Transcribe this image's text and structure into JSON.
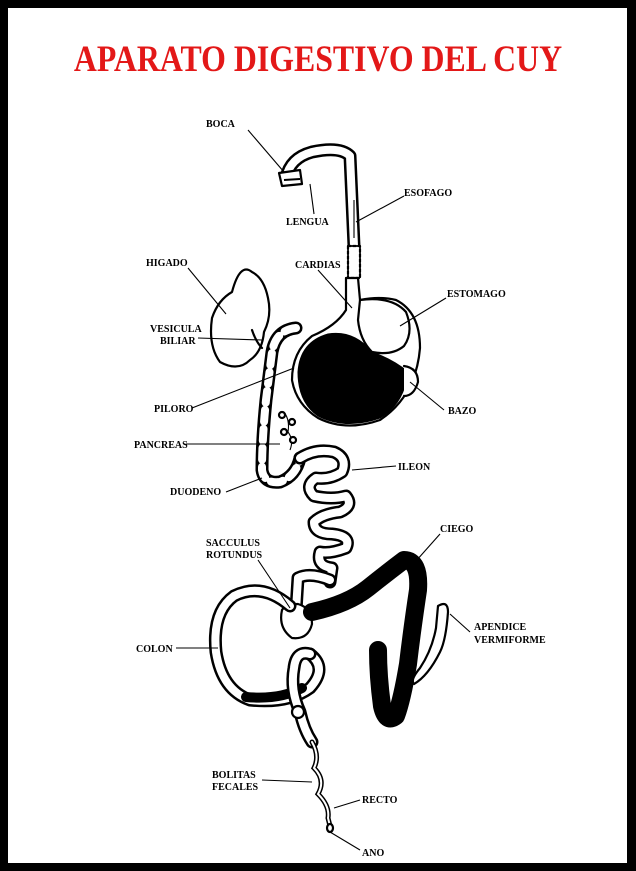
{
  "title": "APARATO DIGESTIVO DEL CUY",
  "colors": {
    "title": "#e31818",
    "ink": "#000000",
    "background": "#ffffff"
  },
  "labels": {
    "boca": "BOCA",
    "lengua": "LENGUA",
    "esofago": "ESOFAGO",
    "higado": "HIGADO",
    "cardias": "CARDIAS",
    "estomago": "ESTOMAGO",
    "vesicula_1": "VESICULA",
    "vesicula_2": "BILIAR",
    "piloro": "PILORO",
    "bazo": "BAZO",
    "pancreas": "PANCREAS",
    "ileon": "ILEON",
    "duodeno": "DUODENO",
    "ciego": "CIEGO",
    "sacculus_1": "SACCULUS",
    "sacculus_2": "ROTUNDUS",
    "apendice_1": "APENDICE",
    "apendice_2": "VERMIFORME",
    "colon": "COLON",
    "bolitas_1": "BOLITAS",
    "bolitas_2": "FECALES",
    "recto": "RECTO",
    "ano": "ANO"
  }
}
